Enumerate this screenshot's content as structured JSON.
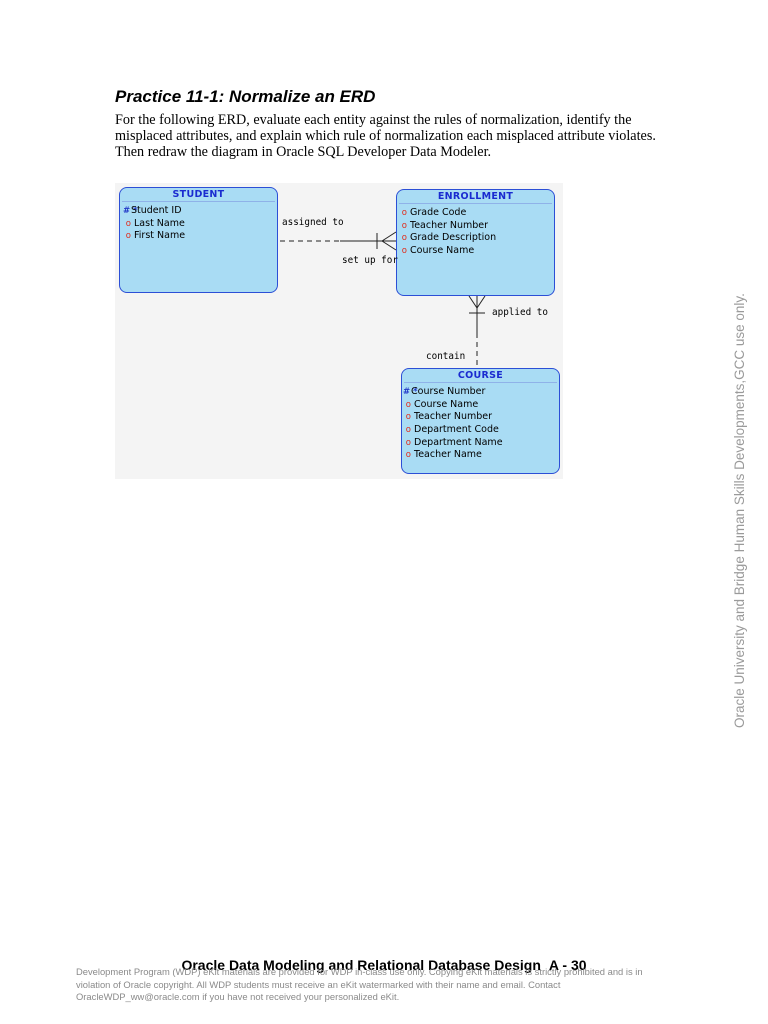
{
  "document": {
    "title": "Practice 11-1: Normalize an ERD",
    "intro": "For the following ERD, evaluate each entity against the rules of normalization, identify the misplaced attributes, and explain which rule of normalization each misplaced attribute violates. Then redraw the diagram in Oracle SQL Developer Data Modeler."
  },
  "erd": {
    "entities": {
      "student": {
        "name": "STUDENT",
        "attributes": [
          {
            "marker": "# *",
            "label": "Student ID"
          },
          {
            "marker": "o",
            "label": "Last Name"
          },
          {
            "marker": "o",
            "label": "First Name"
          }
        ]
      },
      "enrollment": {
        "name": "ENROLLMENT",
        "attributes": [
          {
            "marker": "o",
            "label": "Grade Code"
          },
          {
            "marker": "o",
            "label": "Teacher Number"
          },
          {
            "marker": "o",
            "label": "Grade Description"
          },
          {
            "marker": "o",
            "label": "Course Name"
          }
        ]
      },
      "course": {
        "name": "COURSE",
        "attributes": [
          {
            "marker": "# *",
            "label": "Course Number"
          },
          {
            "marker": "o",
            "label": "Course Name"
          },
          {
            "marker": "o",
            "label": "Teacher Number"
          },
          {
            "marker": "o",
            "label": "Department Code"
          },
          {
            "marker": "o",
            "label": "Department Name"
          },
          {
            "marker": "o",
            "label": "Teacher Name"
          }
        ]
      }
    },
    "relationships": {
      "student_enrollment": {
        "from_label": "assigned to",
        "to_label": "set up for"
      },
      "enrollment_course": {
        "from_label": "applied to",
        "to_label": "contain"
      }
    },
    "colors": {
      "entity_fill": "#a9dcf4",
      "entity_border": "#2c4fd6",
      "entity_title": "#1a2bd0",
      "optional_marker": "#e02a1a"
    }
  },
  "watermark": "Oracle University and Bridge Human Skills Developments,GCC use only.",
  "footer": {
    "title": "Oracle Data Modeling and Relational Database Design",
    "page": "A - 30",
    "disclaimer_lines": [
      "Development Program (WDP) eKit materials are provided for WDP in-class use only. Copying eKit materials is strictly prohibited and is in",
      "violation of Oracle copyright. All WDP students must receive an eKit watermarked with their name and email. Contact",
      "OracleWDP_ww@oracle.com if you have not received your personalized eKit."
    ]
  }
}
